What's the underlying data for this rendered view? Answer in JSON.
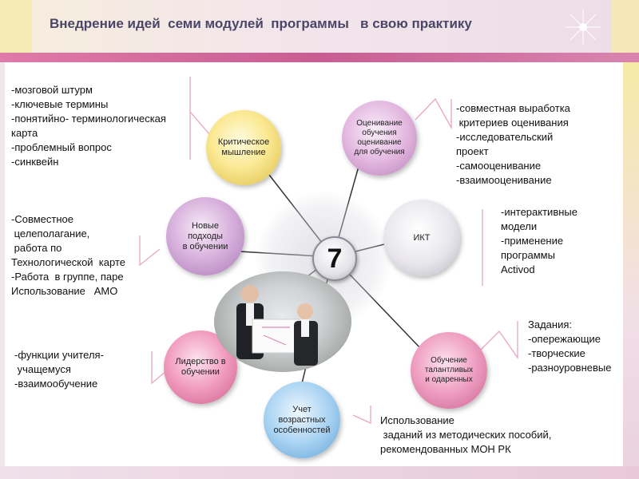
{
  "title": "Внедрение идей  семи модулей  программы   в свою практику",
  "center_number": "7",
  "modules": [
    {
      "id": "critical",
      "label": "Критическое\nмышление",
      "color": "#fbe993"
    },
    {
      "id": "assessment",
      "label": "Оценивание\nобучения\nоценивание\nдля обучения",
      "color": "#e3b8e0"
    },
    {
      "id": "new",
      "label": "Новые\nподходы\nв обучении",
      "color": "#d6aedb"
    },
    {
      "id": "ict",
      "label": "ИКТ",
      "color": "#e8e6ec"
    },
    {
      "id": "leadership",
      "label": "Лидерство в\nобучении",
      "color": "#f09abd"
    },
    {
      "id": "talented",
      "label": "Обучение\nталантливых\nи одаренных",
      "color": "#ee9dc1"
    },
    {
      "id": "age",
      "label": "Учет\nвозрастных\nособенностей",
      "color": "#a9d3f2"
    }
  ],
  "notes": {
    "critical": "-мозговой штурм\n-ключевые термины\n-понятийно- терминологическая\nкарта\n-проблемный вопрос\n-синквейн",
    "assessment": "-совместная выработка\n критериев оценивания\n-исследовательский\nпроект\n-самооценивание\n-взаимооценивание",
    "new": "-Совместное\n целеполагание,\n работа по\nТехнологической  карте\n-Работа  в группе, паре\nИспользование   АМО",
    "ict": "-интерактивные\nмодели\n-применение\nпрограммы\nActivod",
    "leadership": "-функции учителя-\n учащемуся\n-взаимообучение",
    "talented": "Задания:\n-опережающие\n-творческие\n-разноуровневые",
    "age": "Использование\n заданий из методических пособий,\nрекомендованных МОН РК"
  },
  "colors": {
    "title": "#4a4668",
    "accent_band": "#c85d92",
    "connector": "#333333",
    "bracket": "#e6a6c6"
  }
}
